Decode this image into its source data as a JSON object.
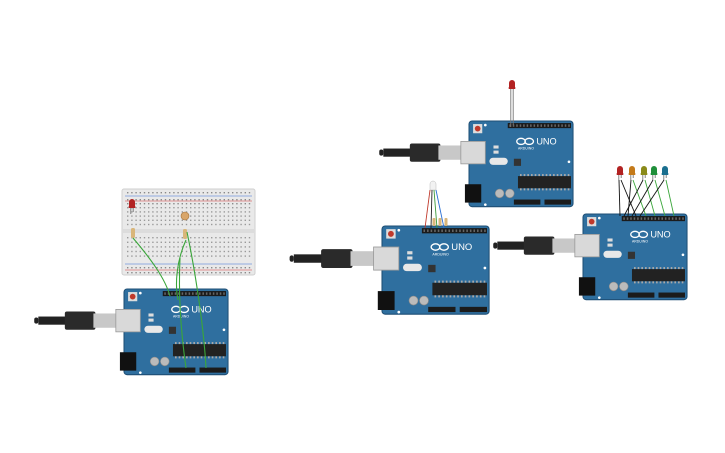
{
  "board_labels": {
    "brand": "UNO",
    "maker": "ARDUINO"
  },
  "colors": {
    "board": "#2f6f9f",
    "board_dark": "#1f4f75",
    "header": "#1b1b1b",
    "chip": "#222222",
    "usb_metal": "#c8c8c8",
    "cable": "#222222",
    "breadboard": "#e9e9e9",
    "rail_red": "#d43a3a",
    "rail_blue": "#3a6fd4",
    "wire_green": "#3aa63a",
    "wire_black": "#111111",
    "led_red": "#b22222",
    "led_orange": "#c47a1a",
    "led_olive": "#8a8a1a",
    "led_green": "#1f8f3a",
    "led_teal": "#1a6f8f",
    "resistor": "#d9b67a"
  },
  "circuits": [
    {
      "id": "breadboard-circuit",
      "components": [
        "arduino-uno",
        "breadboard",
        "red-led",
        "resistor",
        "photoresistor",
        "green-wires"
      ]
    },
    {
      "id": "single-led-circuit",
      "components": [
        "arduino-uno",
        "red-led"
      ]
    },
    {
      "id": "rgb-led-circuit",
      "components": [
        "arduino-uno",
        "rgb-led",
        "resistors"
      ]
    },
    {
      "id": "five-led-circuit",
      "components": [
        "arduino-uno",
        "red-led",
        "orange-led",
        "olive-led",
        "green-led",
        "teal-led"
      ]
    }
  ]
}
